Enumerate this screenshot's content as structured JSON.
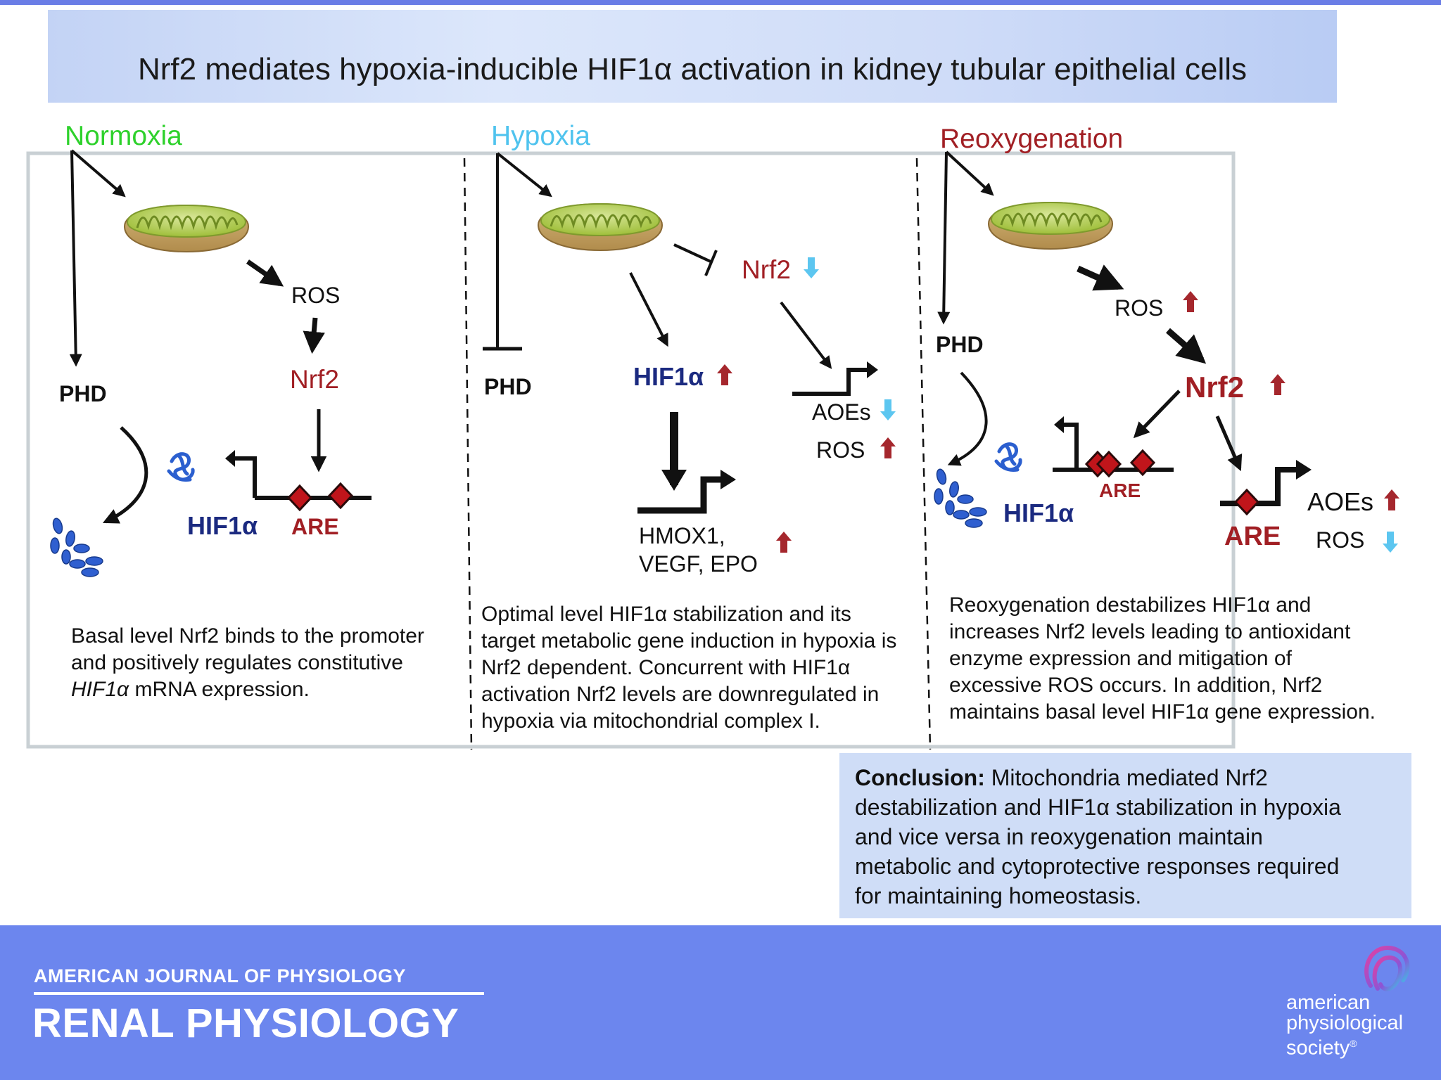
{
  "title": "Nrf2 mediates hypoxia-inducible HIF1α activation in kidney tubular epithelial cells",
  "colors": {
    "normoxia": "#2ed12c",
    "hypoxia": "#4fc3ee",
    "reoxygenation": "#a11f24",
    "nrf2": "#a11f24",
    "hif1a": "#1b2a80",
    "up_arrow": "#a5272d",
    "down_arrow": "#5cc6f0",
    "footer": "#6c86ee"
  },
  "panels": {
    "normoxia": {
      "title": "Normoxia",
      "ros": "ROS",
      "nrf2": "Nrf2",
      "phd": "PHD",
      "hif1a": "HIF1α",
      "are": "ARE",
      "description": [
        "Basal level Nrf2 binds to the promoter",
        "and positively regulates constitutive",
        "HIF1α",
        " mRNA expression."
      ]
    },
    "hypoxia": {
      "title": "Hypoxia",
      "nrf2": "Nrf2",
      "phd": "PHD",
      "hif1a": "HIF1α",
      "aoes": "AOEs",
      "ros": "ROS",
      "targets_line1": "HMOX1,",
      "targets_line2": "VEGF, EPO",
      "description": [
        "Optimal level HIF1α stabilization and its",
        "target metabolic gene induction in hypoxia is",
        "Nrf2 dependent. Concurrent with HIF1α",
        "activation Nrf2 levels are downregulated in",
        "hypoxia via mitochondrial complex I."
      ]
    },
    "reoxygenation": {
      "title": "Reoxygenation",
      "ros": "ROS",
      "phd": "PHD",
      "nrf2": "Nrf2",
      "hif1a": "HIF1α",
      "are_small": "ARE",
      "are_large": "ARE",
      "aoes": "AOEs",
      "ros2": "ROS",
      "description": [
        "Reoxygenation destabilizes HIF1α and",
        "increases Nrf2 levels leading to antioxidant",
        "enzyme expression and mitigation of",
        "excessive ROS occurs. In addition, Nrf2",
        "maintains basal level HIF1α gene expression."
      ]
    }
  },
  "conclusion": {
    "label": "Conclusion:",
    "lines": [
      " Mitochondria mediated Nrf2",
      "destabilization and HIF1α stabilization in hypoxia",
      "and vice versa in reoxygenation maintain",
      "metabolic and cytoprotective responses required",
      "for maintaining homeostasis."
    ]
  },
  "footer": {
    "journal": "AMERICAN JOURNAL OF PHYSIOLOGY",
    "subtitle": "RENAL PHYSIOLOGY",
    "society_lines": [
      "american",
      "physiological",
      "society"
    ],
    "registered_mark": "®"
  }
}
